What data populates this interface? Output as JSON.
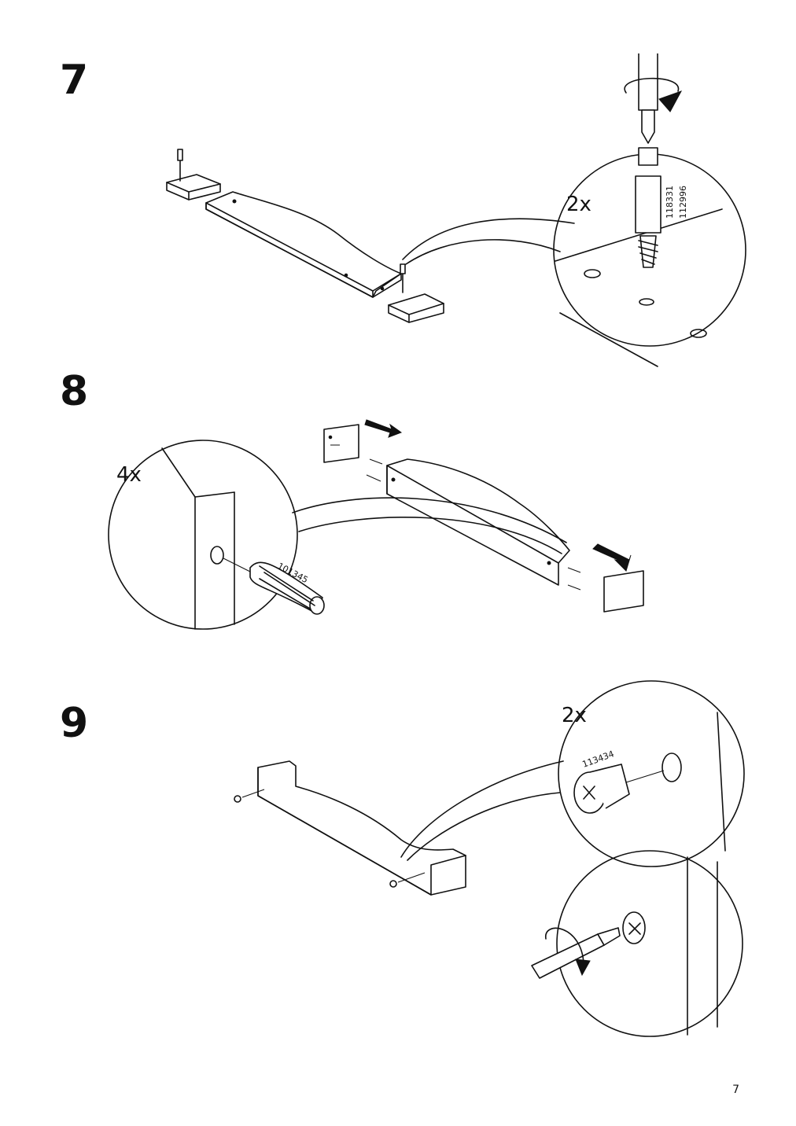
{
  "steps": [
    {
      "number": "7",
      "quantity": "2x",
      "parts": [
        "118331",
        "112996"
      ]
    },
    {
      "number": "8",
      "quantity": "4x",
      "parts": [
        "101345"
      ]
    },
    {
      "number": "9",
      "quantity": "2x",
      "parts": [
        "113434"
      ]
    }
  ],
  "page_number": "7",
  "icons": [
    "screwdriver-icon",
    "rotate-arrow-icon",
    "push-arrow-icon",
    "dowel-icon",
    "cam-lock-icon",
    "screw-icon"
  ]
}
